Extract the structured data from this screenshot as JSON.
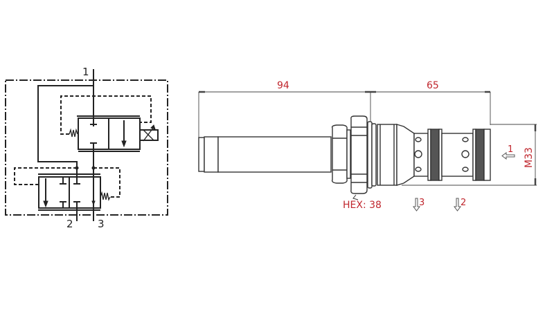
{
  "schematic": {
    "ports": {
      "p1": "1",
      "p2": "2",
      "p3": "3"
    }
  },
  "drawing": {
    "dimensions": {
      "length_left": "94",
      "length_right": "65",
      "thread": "M33",
      "hex": "HEX: 38"
    },
    "ports": {
      "p1": "1",
      "p2": "2",
      "p3": "3"
    }
  },
  "colors": {
    "line": "#222222",
    "dimension_text": "#c0262d",
    "seal": "#555555"
  }
}
